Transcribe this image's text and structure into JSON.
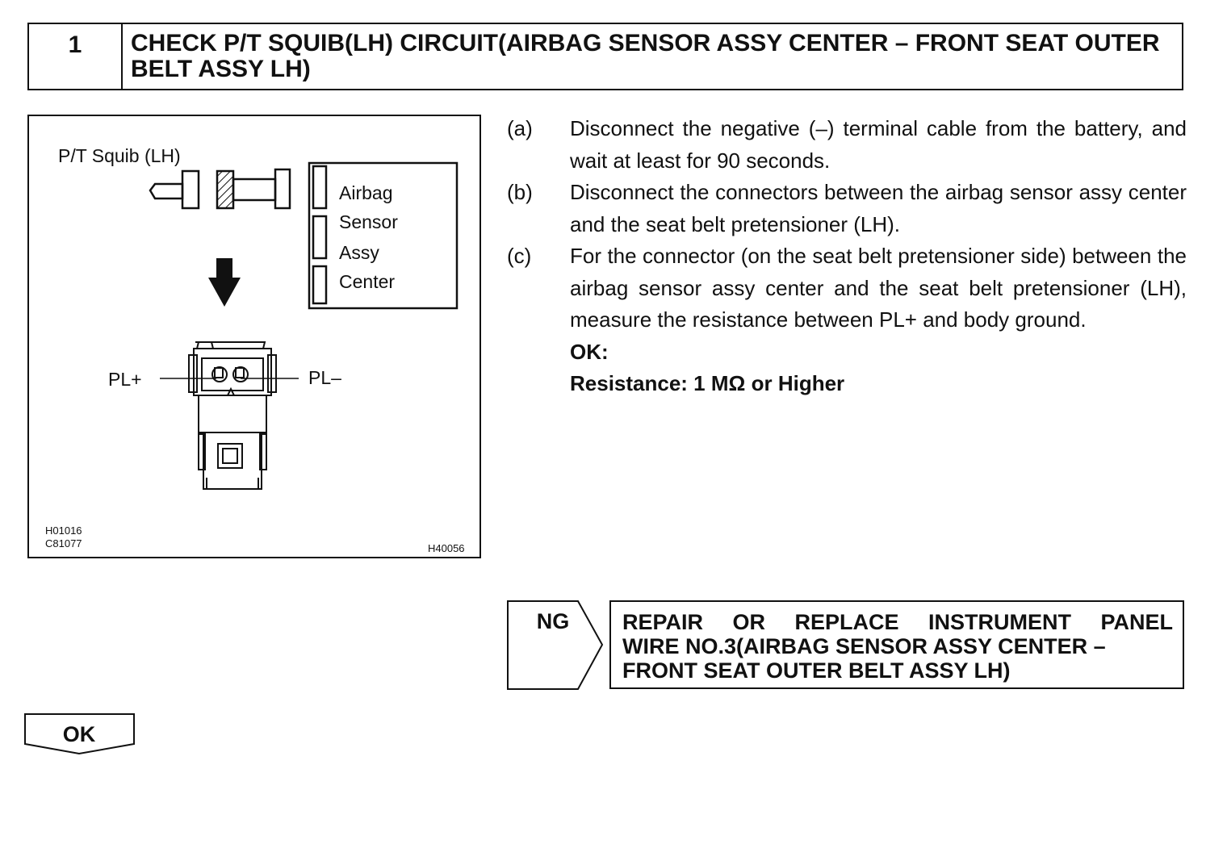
{
  "header": {
    "step_number": "1",
    "title": "CHECK P/T SQUIB(LH) CIRCUIT(AIRBAG SENSOR ASSY CENTER – FRONT SEAT OUTER BELT ASSY LH)"
  },
  "figure": {
    "squib_label": "P/T Squib (LH)",
    "sensor_label": [
      "Airbag",
      "Sensor",
      "Assy",
      "Center"
    ],
    "terminal_plus": "PL+",
    "terminal_minus": "PL–",
    "codes_left": [
      "H01016",
      "C81077"
    ],
    "code_right": "H40056"
  },
  "instructions": [
    {
      "marker": "(a)",
      "text": "Disconnect the negative (–) terminal cable from the battery, and wait at least for 90 seconds."
    },
    {
      "marker": "(b)",
      "text": "Disconnect the connectors between the airbag sensor assy center and the seat belt pretensioner (LH)."
    },
    {
      "marker": "(c)",
      "text": "For the connector (on the seat belt pretensioner side) between the airbag sensor assy center and the seat belt pretensioner (LH), measure the resistance between PL+ and body ground."
    }
  ],
  "spec": {
    "label": "OK:",
    "value": "Resistance: 1 MΩ or Higher"
  },
  "ng_result": {
    "tag": "NG",
    "lines": [
      "REPAIR OR REPLACE INSTRUMENT PANEL",
      "WIRE NO.3(AIRBAG SENSOR ASSY CENTER –",
      "FRONT SEAT OUTER BELT ASSY LH)"
    ]
  },
  "ok_result": {
    "tag": "OK"
  }
}
